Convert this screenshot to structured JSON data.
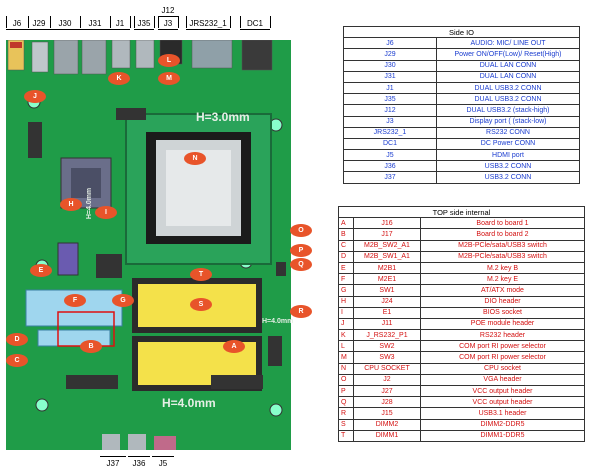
{
  "top_connectors": {
    "j12": "J12",
    "items": [
      "J6",
      "J29",
      "J30",
      "J31",
      "J1",
      "J35",
      "J3",
      "JRS232_1",
      "DC1"
    ]
  },
  "bottom_connectors": [
    "J37",
    "J36",
    "J5"
  ],
  "board": {
    "dim_top": "H=3.0mm",
    "dim_left": "H=4.0mm",
    "dim_right": "H=4.0mm",
    "dim_bottom": "H=4.0mm",
    "markers": [
      "A",
      "B",
      "C",
      "D",
      "E",
      "F",
      "G",
      "H",
      "I",
      "J",
      "K",
      "L",
      "M",
      "N",
      "O",
      "P",
      "Q",
      "R",
      "S",
      "T"
    ]
  },
  "side_io": {
    "title": "Side IO",
    "rows": [
      [
        "J6",
        "AUDIO: MIC/ LINE OUT"
      ],
      [
        "J29",
        "Power ON/OFF(Low)/ Reset(High)"
      ],
      [
        "J30",
        "DUAL LAN CONN"
      ],
      [
        "J31",
        "DUAL LAN CONN"
      ],
      [
        "J1",
        "DUAL USB3.2 CONN"
      ],
      [
        "J35",
        "DUAL USB3.2 CONN"
      ],
      [
        "J12",
        "DUAL USB3.2 (stack-high)"
      ],
      [
        "J3",
        "Display port ( (stack-low)"
      ],
      [
        "JRS232_1",
        "RS232 CONN"
      ],
      [
        "DC1",
        "DC Power CONN"
      ],
      [
        "J5",
        "HDMI port"
      ],
      [
        "J36",
        "USB3.2 CONN"
      ],
      [
        "J37",
        "USB3.2 CONN"
      ]
    ]
  },
  "top_internal": {
    "title": "TOP side internal",
    "rows": [
      [
        "A",
        "J16",
        "Board to board 1"
      ],
      [
        "B",
        "J17",
        "Board to board 2"
      ],
      [
        "C",
        "M2B_SW2_A1",
        "M2B-PCle/sata/USB3 switch"
      ],
      [
        "D",
        "M2B_SW1_A1",
        "M2B-PCle/sata/USB3 switch"
      ],
      [
        "E",
        "M2B1",
        "M.2 key B"
      ],
      [
        "F",
        "M2E1",
        "M.2 key E"
      ],
      [
        "G",
        "SW1",
        "AT/ATX mode"
      ],
      [
        "H",
        "J24",
        "DIO header"
      ],
      [
        "I",
        "E1",
        "BIOS socket"
      ],
      [
        "J",
        "J11",
        "POE module header"
      ],
      [
        "K",
        "J_RS232_P1",
        "RS232 header"
      ],
      [
        "L",
        "SW2",
        "COM port RI power selector"
      ],
      [
        "M",
        "SW3",
        "COM port RI power selector"
      ],
      [
        "N",
        "CPU SOCKET",
        "CPU socket"
      ],
      [
        "O",
        "J2",
        "VGA header"
      ],
      [
        "P",
        "J27",
        "VCC output header"
      ],
      [
        "Q",
        "J28",
        "VCC output header"
      ],
      [
        "R",
        "J15",
        "USB3.1 header"
      ],
      [
        "S",
        "DIMM2",
        "DIMM2-DDR5"
      ],
      [
        "T",
        "DIMM1",
        "DIMM1-DDR5"
      ]
    ]
  }
}
